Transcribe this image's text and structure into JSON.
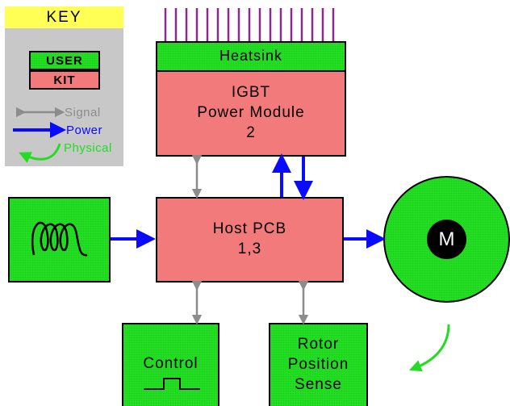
{
  "key": {
    "title": "KEY",
    "user": "USER",
    "kit": "KIT",
    "signal": "Signal",
    "power": "Power",
    "physical": "Physical"
  },
  "blocks": {
    "heatsink": "Heatsink",
    "igbt": "IGBT\nPower Module\n2",
    "host_pcb": "Host PCB\n1,3",
    "control": "Control",
    "rotor": "Rotor\nPosition\nSense",
    "motor": "M"
  },
  "colors": {
    "user_green": "#22dd22",
    "kit_pink": "#f27a7a",
    "power_blue": "#0a0aff",
    "signal_gray": "#8c8c8c",
    "key_yellow": "#ffff55",
    "heatsink_fins": "#8a2a8a"
  },
  "icons": {
    "source": "ac-coil-icon",
    "control": "pulse-icon"
  }
}
